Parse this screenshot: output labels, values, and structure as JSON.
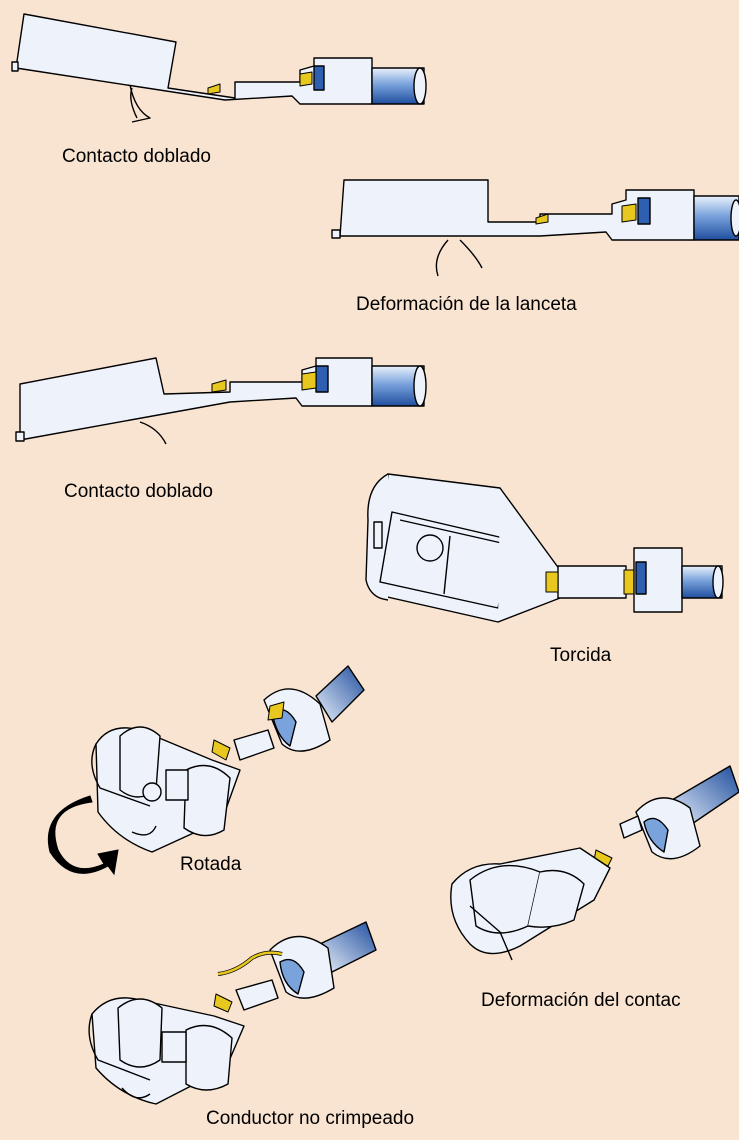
{
  "labels": {
    "bent_contact_1": "Contacto doblado",
    "lance_deformation": "Deformación de la lanceta",
    "bent_contact_2": "Contacto doblado",
    "twisted": "Torcida",
    "rotated": "Rotada",
    "contact_deformation": "Deformación del contac",
    "not_crimped": "Conductor no crimpeado"
  },
  "colors": {
    "background": "#f9e4d2",
    "terminal_fill": "#eef2fb",
    "outline": "#000000",
    "wire_blue": "#2f5fb0",
    "strand_yellow": "#e8c81e",
    "arrow_black": "#000000"
  }
}
